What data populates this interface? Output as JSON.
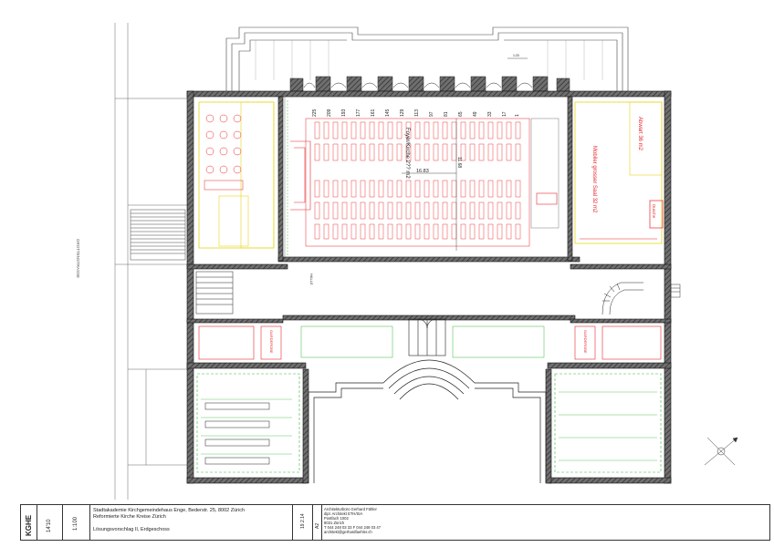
{
  "plan": {
    "room_labels": {
      "foyer": "Foyer/Kirche 2?? m2",
      "dim_width": "16.83",
      "dim_depth": "11.68",
      "abwart": "Abwart 36 m2",
      "saal": "Mobiler grosser Saal 32 m2",
      "dusche": "Dusche",
      "garderobe": "GARDEROBE",
      "halle": "HALLE"
    },
    "seat_row_numbers": [
      "225",
      "209",
      "193",
      "177",
      "161",
      "145",
      "129",
      "113",
      "97",
      "81",
      "65",
      "49",
      "33",
      "17",
      "1"
    ],
    "street_label": "GROTTENSTRASSE",
    "scale_mark": "1:20"
  },
  "titleblock": {
    "code": "KGHE",
    "sheet_number": "14'10",
    "scale": "1:100",
    "project_line1": "Stadtakademie Kirchgemeindehaus Enge, Bederstr. 25, 8002 Zürich",
    "project_line2": "Reformierte Kirche Kreise Zürich",
    "drawing_title": "Lösungsvorschlag II, Erdgeschoss",
    "date": "19.2.14",
    "format": "A2",
    "architect_lines": [
      "Architekturbüro Gerhard Fähler",
      "dipl. Architekt ETH/SIA",
      "Postfach 1002",
      "8031 Zürich",
      "T 044 248 03 33 F 044 248 03 47",
      "architekt@gerhardfaehler.ch"
    ]
  },
  "colors": {
    "wall": "#333333",
    "red": "#e8262b",
    "green": "#38b83a",
    "yellow": "#e6d61a"
  }
}
